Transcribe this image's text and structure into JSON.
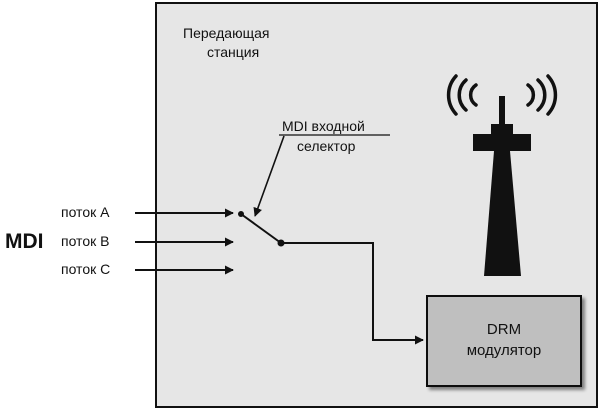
{
  "station": {
    "title_line1": "Передающая",
    "title_line2": "станция"
  },
  "source": {
    "label": "MDI"
  },
  "streams": [
    {
      "label": "поток A"
    },
    {
      "label": "поток B"
    },
    {
      "label": "поток C"
    }
  ],
  "selector": {
    "label_line1": "MDI входной",
    "label_line2": "селектор"
  },
  "modulator": {
    "label_line1": "DRM",
    "label_line2": "модулятор"
  },
  "colors": {
    "station_fill": "#e6e6e6",
    "station_border": "#111111",
    "modulator_fill": "#bfbfbf",
    "line": "#111111",
    "tower": "#111111"
  },
  "icons": {
    "antenna": "radio-tower-icon"
  }
}
